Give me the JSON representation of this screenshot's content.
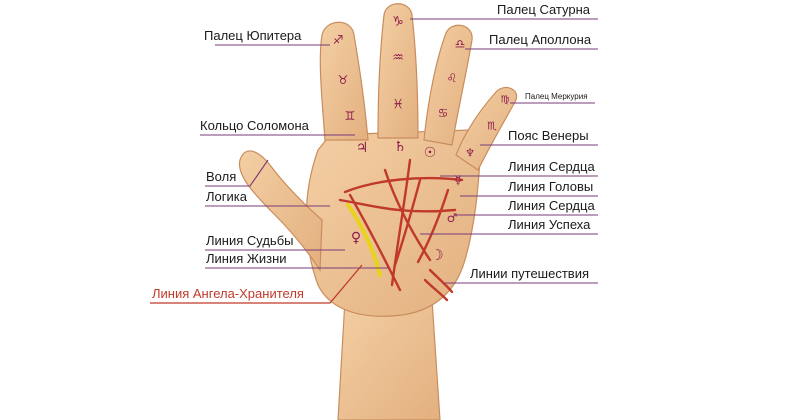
{
  "labels": {
    "saturn_finger": "Палец Сатурна",
    "jupiter_finger": "Палец Юпитера",
    "apollo_finger": "Палец Аполлона",
    "mercury_finger": "Палец Меркурия",
    "solomon_ring": "Кольцо Соломона",
    "venus_belt": "Пояс Венеры",
    "will": "Воля",
    "heart_line_1": "Линия Сердца",
    "head_line": "Линия Головы",
    "logic": "Логика",
    "heart_line_2": "Линия Сердца",
    "success_line": "Линия Успеха",
    "fate_line": "Линия Судьбы",
    "life_line": "Линия Жизни",
    "travel_lines": "Линии путешествия",
    "guardian_angel_line": "Линия Ангела-Хранителя"
  },
  "symbols": {
    "saturn_tip": "♑",
    "saturn_mid": "♒",
    "saturn_base": "♓",
    "jupiter_tip": "♐",
    "jupiter_mid": "♉",
    "jupiter_base": "♊",
    "apollo_tip": "♎",
    "apollo_mid": "♌",
    "apollo_base": "♋",
    "mercury_tip": "♍",
    "mercury_base": "♏",
    "jupiter_mount": "♃",
    "saturn_mount": "♄",
    "sun_mount": "☉",
    "mercury_mount": "♆",
    "mercury_planet": "☿",
    "mars": "♂",
    "venus": "♀",
    "moon": "☽"
  },
  "colors": {
    "skin": "#efc497",
    "skin_shadow": "#d9a476",
    "line_red": "#c0392b",
    "angel_yellow": "#e8d21a",
    "symbol": "#8b1a4a",
    "leader": "#7a3b78"
  }
}
